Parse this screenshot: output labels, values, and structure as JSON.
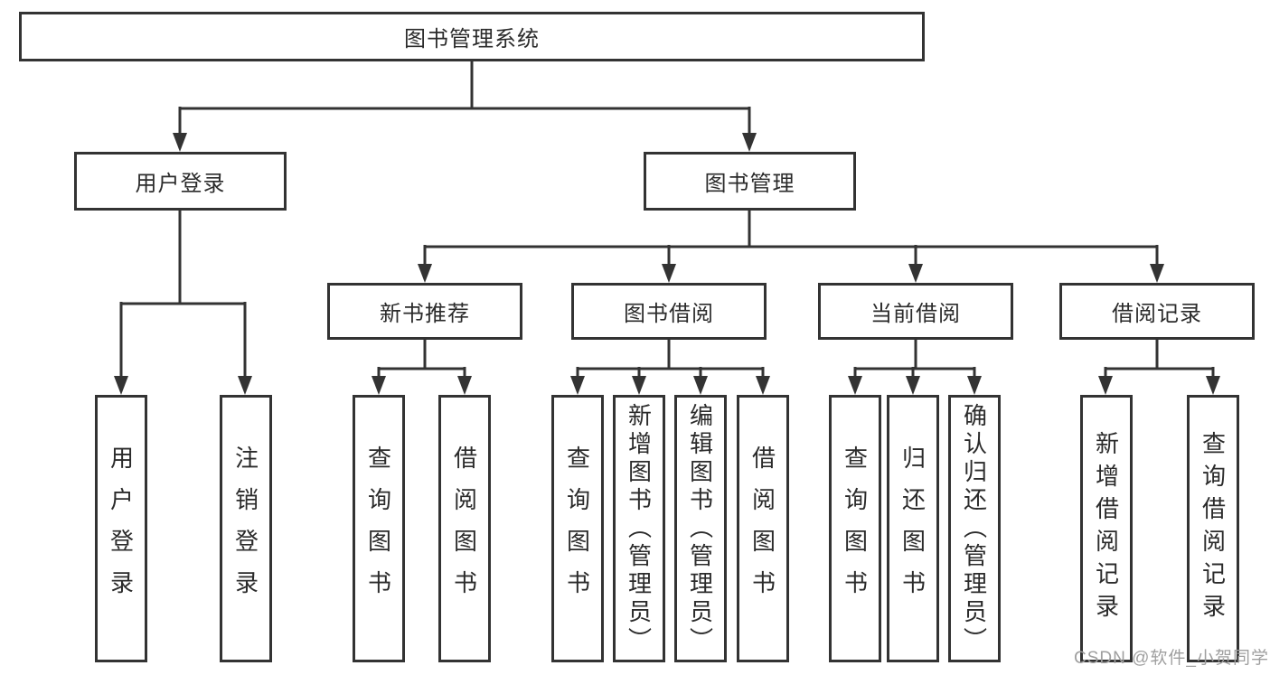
{
  "diagram": {
    "type": "hierarchy-tree",
    "tree": {
      "label": "图书管理系统",
      "children": [
        {
          "label": "用户登录",
          "children": [
            {
              "label": "用户登录"
            },
            {
              "label": "注销登录"
            }
          ]
        },
        {
          "label": "图书管理",
          "children": [
            {
              "label": "新书推荐",
              "children": [
                {
                  "label": "查询图书"
                },
                {
                  "label": "借阅图书"
                }
              ]
            },
            {
              "label": "图书借阅",
              "children": [
                {
                  "label": "查询图书"
                },
                {
                  "label": "新增图书（管理员）"
                },
                {
                  "label": "编辑图书（管理员）"
                },
                {
                  "label": "借阅图书"
                }
              ]
            },
            {
              "label": "当前借阅",
              "children": [
                {
                  "label": "查询图书"
                },
                {
                  "label": "归还图书"
                },
                {
                  "label": "确认归还（管理员）"
                }
              ]
            },
            {
              "label": "借阅记录",
              "children": [
                {
                  "label": "新增借阅记录"
                },
                {
                  "label": "查询借阅记录"
                }
              ]
            }
          ]
        }
      ]
    },
    "colors": {
      "line": "#333333",
      "box_border": "#333333",
      "text": "#2b2b2b",
      "background": "#ffffff",
      "watermark": "#9f9f9f"
    }
  },
  "watermark": {
    "text": "CSDN @软件_小贺同学"
  }
}
